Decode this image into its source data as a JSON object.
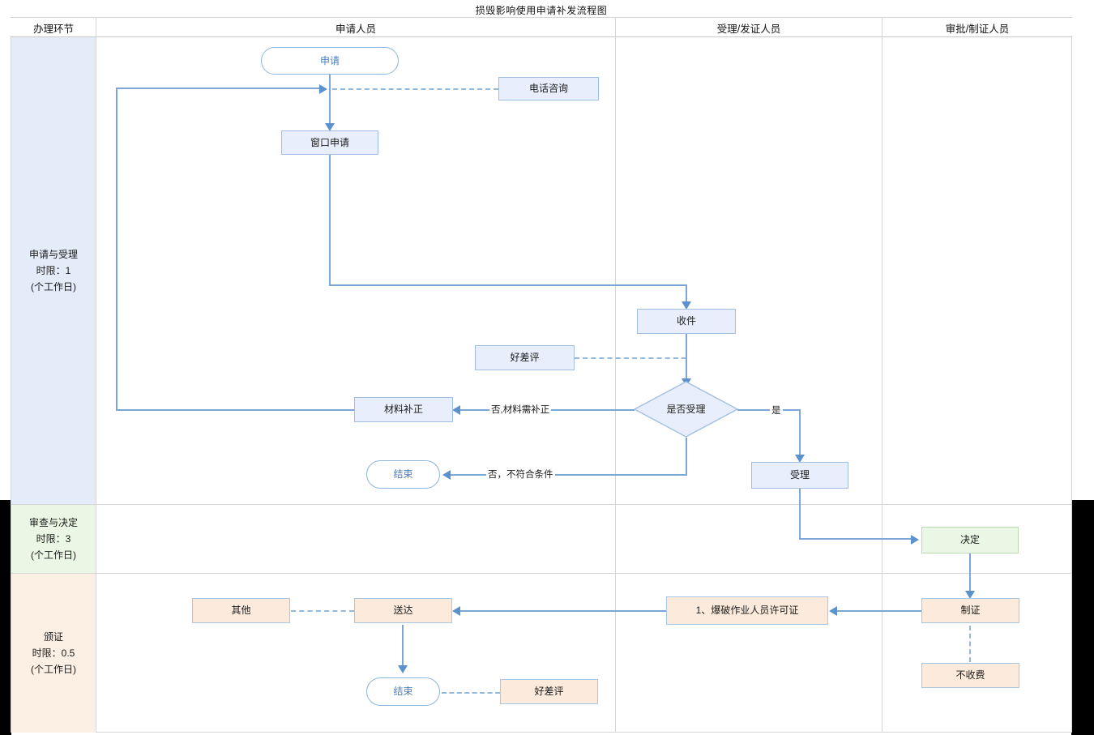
{
  "document": {
    "title": "损毁影响使用申请补发流程图"
  },
  "table": {
    "headers": [
      {
        "label": "办理环节"
      },
      {
        "label": "申请人员"
      },
      {
        "label": "受理/发证人员"
      },
      {
        "label": "审批/制证人员"
      }
    ]
  },
  "stages": [
    {
      "name": "申请与受理",
      "limit": "时限：1",
      "unit": "(个工作日)",
      "color": "#e4ecfa"
    },
    {
      "name": "审查与决定",
      "limit": "时限：3",
      "unit": "(个工作日)",
      "color": "#e9f7e4"
    },
    {
      "name": "颁证",
      "limit": "时限：0.5",
      "unit": "(个工作日)",
      "color": "#fcefe3"
    }
  ],
  "nodes": {
    "apply": "申请",
    "phone_consult": "电话咨询",
    "window_apply": "窗口申请",
    "receive": "收件",
    "review_rating_1": "好差评",
    "material_fix": "材料补正",
    "is_accept": "是否受理",
    "end_1": "结束",
    "accept": "受理",
    "decision": "决定",
    "other": "其他",
    "deliver": "送达",
    "license": "1、爆破作业人员许可证",
    "make_cert": "制证",
    "no_charge": "不收费",
    "end_2": "结束",
    "review_rating_2": "好差评"
  },
  "edge_labels": {
    "no_need_fix": "否,材料需补正",
    "yes": "是",
    "no_not_qualified": "否，不符合条件"
  },
  "colors": {
    "node_blue_fill": "#e8eefb",
    "node_blue_border": "#9fc0e3",
    "node_green_fill": "#e9f7e4",
    "node_green_border": "#bcd9b1",
    "node_peach_fill": "#fcebdc",
    "node_peach_border": "#a8c6e5",
    "terminal_text": "#4a7fc1",
    "connector": "#7ba7d7",
    "arrow": "#5b91cd",
    "grid_line": "#d5d5d5"
  }
}
